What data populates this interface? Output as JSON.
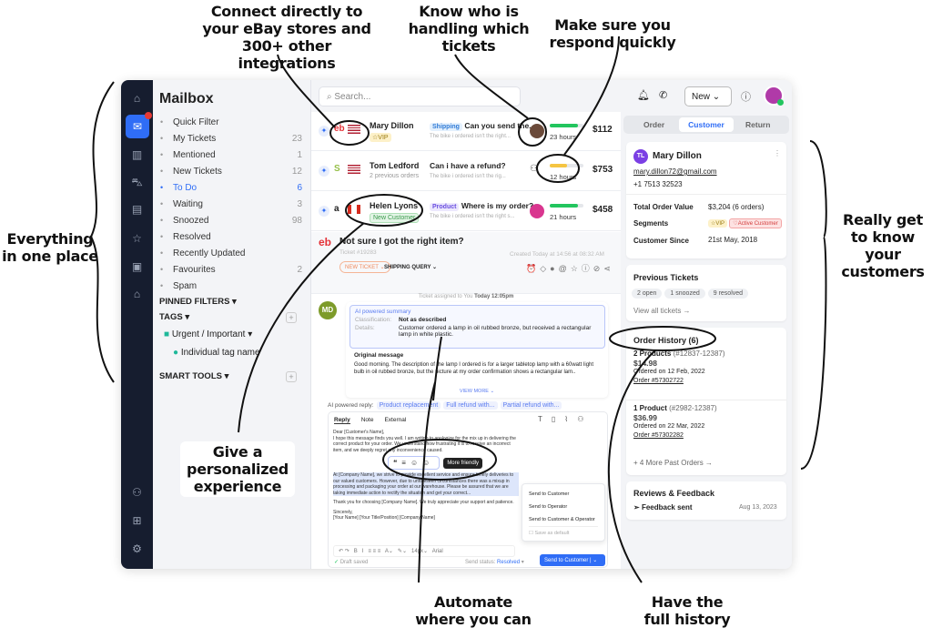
{
  "callouts": {
    "integrations": "Connect directly to your eBay stores and 300+ other integrations",
    "handling": "Know who is handling which tickets",
    "respond": "Make sure you respond quickly",
    "everything": "Everything in one place",
    "know_customers": "Really get to know your customers",
    "personalized": "Give a personalized experience",
    "automate": "Automate where you can",
    "history": "Have the full history"
  },
  "rail": {
    "icons": [
      "home-icon",
      "mail-icon",
      "chart-icon",
      "cart-icon",
      "chat-icon",
      "star-icon",
      "contact-icon",
      "box-icon",
      "add-user-icon",
      "apps-icon",
      "settings-icon"
    ]
  },
  "mailbox": {
    "title": "Mailbox",
    "items": [
      {
        "label": "Quick Filter",
        "count": "",
        "icon": "search-icon"
      },
      {
        "label": "My Tickets",
        "count": "23",
        "icon": "user-icon"
      },
      {
        "label": "Mentioned",
        "count": "1",
        "icon": "at-icon"
      },
      {
        "label": "New Tickets",
        "count": "12",
        "icon": "envelope-icon"
      },
      {
        "label": "To Do",
        "count": "6",
        "icon": "list-icon"
      },
      {
        "label": "Waiting",
        "count": "3",
        "icon": "hourglass-icon"
      },
      {
        "label": "Snoozed",
        "count": "98",
        "icon": "alarm-icon"
      },
      {
        "label": "Resolved",
        "count": "",
        "icon": "check-circle-icon"
      },
      {
        "label": "Recently Updated",
        "count": "",
        "icon": "clock-icon"
      },
      {
        "label": "Favourites",
        "count": "2",
        "icon": "star-icon"
      },
      {
        "label": "Spam",
        "count": "",
        "icon": "x-circle-icon"
      }
    ],
    "pinned_filters": "PINNED FILTERS",
    "tags": "TAGS",
    "tag_group": "Urgent / Important",
    "tag_item": "Individual tag name",
    "smart_tools": "SMART TOOLS"
  },
  "topbar": {
    "search_placeholder": "Search...",
    "new_label": "New"
  },
  "tickets": [
    {
      "name": "Mary Dillon",
      "sub": "VIP",
      "source": "eb",
      "tag": "Shipping",
      "subject": "Can you send the...",
      "preview": "The bike i ordered isn't the right...",
      "time": "23 hours",
      "progress": 0.85,
      "bar": "#22c55e",
      "amount": "$112"
    },
    {
      "name": "Tom Ledford",
      "sub": "2 previous orders",
      "source": "S",
      "tag": "",
      "subject": "Can i have a refund?",
      "preview": "The bike i ordered isn't the rig...",
      "time": "12 hours",
      "progress": 0.5,
      "bar": "#f5c542",
      "amount": "$753"
    },
    {
      "name": "Helen Lyons",
      "sub": "New Customer",
      "source": "a",
      "tag": "Product",
      "subject": "Where is my order?",
      "preview": "The bike i ordered isn't the right s...",
      "time": "21 hours",
      "progress": 0.85,
      "bar": "#22c55e",
      "amount": "$458"
    }
  ],
  "detail": {
    "title": "Not sure I got the right item?",
    "ticket_no": "Ticket #19283",
    "created": "Created Today at 14:56 at 08:32 AM",
    "status": "NEW TICKET",
    "category": "SHIPPING QUERY",
    "assigned": "Ticket assigned to You",
    "assigned_time": "Today 12:05pm",
    "avatar": "MD",
    "summary_title": "AI powered summary",
    "classification_label": "Classification:",
    "classification": "Not as described",
    "details_label": "Details:",
    "details": "Customer ordered a lamp in oil rubbed bronze, but received a rectangular lamp in white plastic.",
    "original_title": "Original message",
    "original": "Good morning. The description of the lamp I ordered is for a larger tabletop lamp with a 60watt light bulb in oil rubbed bronze, but the picture at my order confirmation shows a rectangular lam..",
    "view_more": "VIEW MORE"
  },
  "reply": {
    "ai_label": "AI powered reply:",
    "chips": [
      "Product replacement",
      "Full refund with...",
      "Partial refund with..."
    ],
    "tabs": [
      "Reply",
      "Note",
      "External"
    ],
    "body": [
      "Dear [Customer's Name],",
      "I hope this message finds you well. I am writing to apologize for the mix up in delivering the correct product for your order. We understand how frustrating it is to receive an incorrect item, and we deeply regret any inconvenience caused.",
      "At [Company Name], we strive to provide excellent service and ensure timely deliveries to our valued customers. However, due to unforeseen circumstances there was a mixup in processing and packaging your order at our warehouse. Please be assured that we are taking immediate action to rectify the situation and get your correct...",
      "Thank you for choosing [Company Name]. We truly appreciate your support and patience.",
      "Sincerely,",
      "[Your Name] [Your Title/Position] [Company Name]"
    ],
    "tooltip": "More friendly",
    "font_size": "14px",
    "font": "Arial",
    "draft": "Draft saved",
    "send_status_label": "Send status:",
    "send_status": "Resolved",
    "send_button": "Send to Customer",
    "send_menu": [
      "Send to Customer",
      "Send to Operator",
      "Send to Customer & Operator"
    ],
    "save_default": "Save as default"
  },
  "customer": {
    "tabs": [
      "Order",
      "Customer",
      "Return"
    ],
    "active_tab": "Customer",
    "initials": "TL",
    "name": "Mary Dillon",
    "email": "mary.dillon72@gmail.com",
    "phone": "+1 7513 32523",
    "total_label": "Total Order Value",
    "total": "$3,204 (6 orders)",
    "segments_label": "Segments",
    "segments": [
      "VIP",
      "Active Customer"
    ],
    "since_label": "Customer Since",
    "since": "21st May, 2018",
    "prev_title": "Previous Tickets",
    "prev_pills": [
      "2 open",
      "1 snoozed",
      "9 resolved"
    ],
    "view_all": "View all tickets →",
    "orders_title": "Order History (6)",
    "orders": [
      {
        "title": "2 Products",
        "range": "(#12837-12387)",
        "price": "$14.98",
        "date": "Ordered on 12 Feb, 2022",
        "order": "Order #57302722"
      },
      {
        "title": "1 Product",
        "range": "(#2982-12387)",
        "price": "$36.99",
        "date": "Ordered on 22 Mar, 2022",
        "order": "Order #57302282"
      }
    ],
    "more_orders": "+ 4 More Past Orders →",
    "reviews_title": "Reviews & Feedback",
    "feedback": "Feedback sent",
    "feedback_date": "Aug 13, 2023"
  },
  "colors": {
    "accent": "#2f6df6",
    "rail": "#161d2f"
  }
}
